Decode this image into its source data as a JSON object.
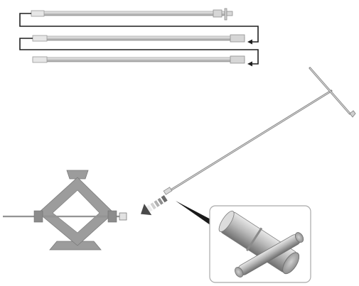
{
  "colors": {
    "background": "#ffffff",
    "rod_fill": "#c9c9c9",
    "rod_edge": "#8e8e8e",
    "connector_line": "#1f1f1f",
    "jack_fill": "#9c9c9c",
    "jack_edge": "#7a7a7a",
    "detail_frame": "#a9a9a9",
    "arrow_fill": "#4a4a4a"
  },
  "parts": [
    {
      "id": "rod-segment-top",
      "icon": "extension-rod-icon"
    },
    {
      "id": "rod-segment-middle",
      "icon": "extension-rod-icon"
    },
    {
      "id": "rod-segment-bottom",
      "icon": "extension-rod-icon"
    },
    {
      "id": "assembled-jack-handle",
      "icon": "crank-handle-icon"
    },
    {
      "id": "scissor-jack",
      "icon": "scissor-jack-icon"
    },
    {
      "id": "handle-tip-detail",
      "icon": "t-connector-icon"
    }
  ]
}
